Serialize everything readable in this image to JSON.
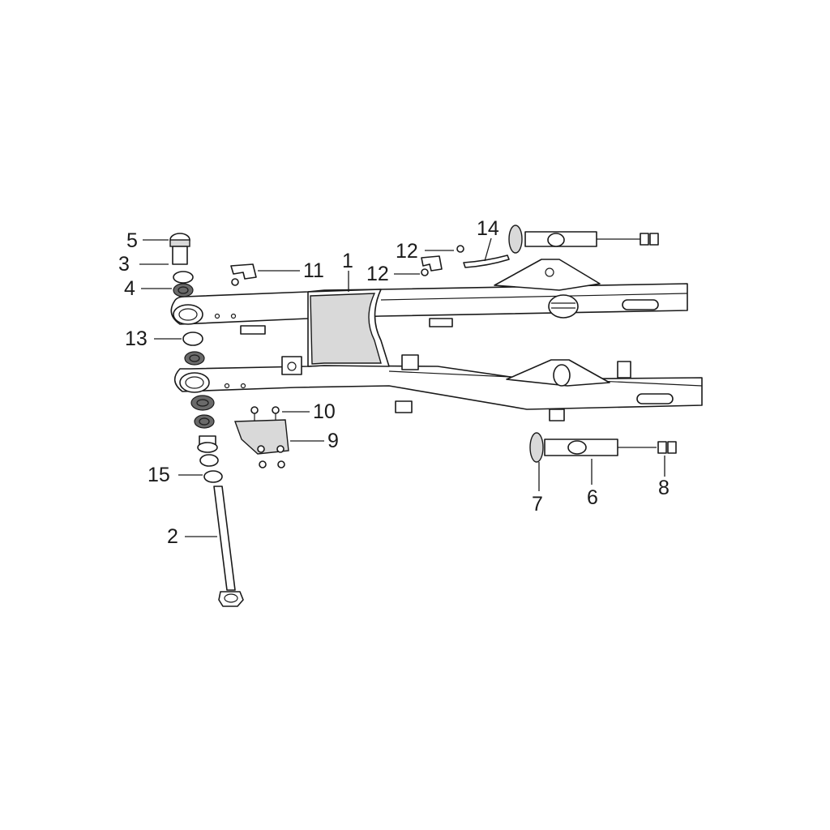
{
  "callouts": [
    {
      "id": "c1",
      "text": "1"
    },
    {
      "id": "c2",
      "text": "2"
    },
    {
      "id": "c3",
      "text": "3"
    },
    {
      "id": "c4",
      "text": "4"
    },
    {
      "id": "c5",
      "text": "5"
    },
    {
      "id": "c6",
      "text": "6"
    },
    {
      "id": "c7",
      "text": "7"
    },
    {
      "id": "c8",
      "text": "8"
    },
    {
      "id": "c9",
      "text": "9"
    },
    {
      "id": "c10",
      "text": "10"
    },
    {
      "id": "c11",
      "text": "11"
    },
    {
      "id": "c12a",
      "text": "12"
    },
    {
      "id": "c12b",
      "text": "12"
    },
    {
      "id": "c13",
      "text": "13"
    },
    {
      "id": "c14",
      "text": "14"
    },
    {
      "id": "c15",
      "text": "15"
    }
  ]
}
